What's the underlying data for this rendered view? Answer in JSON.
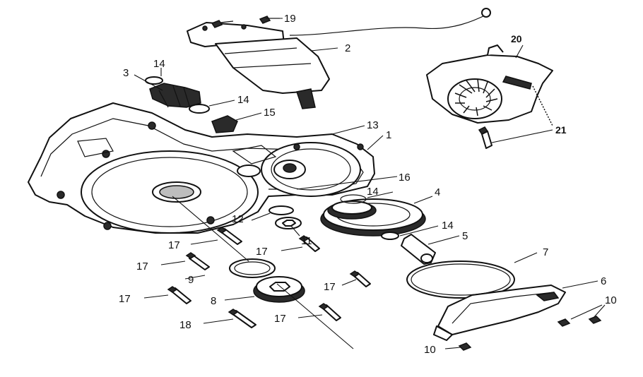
{
  "callouts": {
    "c1": "1",
    "c2": "2",
    "c3": "3",
    "c4": "4",
    "c5": "5",
    "c6": "6",
    "c7": "7",
    "c8": "8",
    "c9": "9",
    "c10a": "10",
    "c10b": "10",
    "c11": "11",
    "c12": "12",
    "c13": "13",
    "c14a": "14",
    "c14b": "14",
    "c14c": "14",
    "c14d": "14",
    "c15": "15",
    "c16": "16",
    "c17a": "17",
    "c17b": "17",
    "c17c": "17",
    "c17d": "17",
    "c17e": "17",
    "c17f": "17",
    "c18": "18",
    "c19": "19",
    "c20": "20",
    "c21": "21"
  }
}
